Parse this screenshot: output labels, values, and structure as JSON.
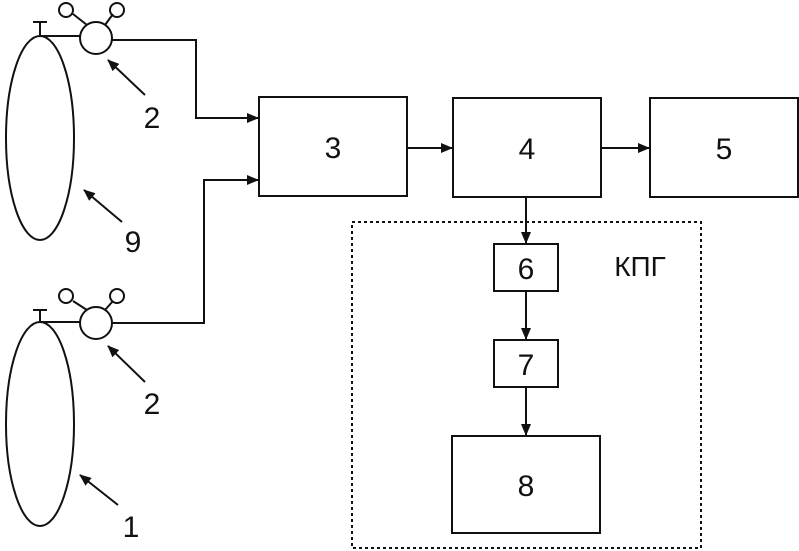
{
  "diagram": {
    "blocks": {
      "b3": "3",
      "b4": "4",
      "b5": "5",
      "b6": "6",
      "b7": "7",
      "b8": "8"
    },
    "group_label": "КПГ",
    "callouts": {
      "cylinder_top": "9",
      "cylinder_bottom": "1",
      "reducer_top": "2",
      "reducer_bottom": "2"
    }
  }
}
